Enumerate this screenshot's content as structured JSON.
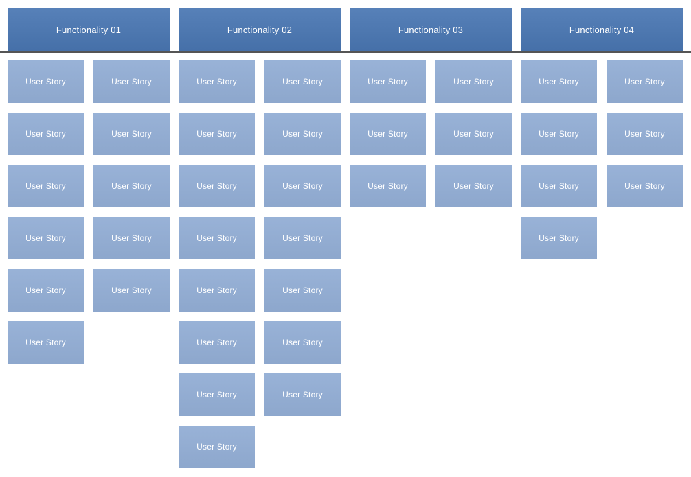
{
  "colors": {
    "background": "#ffffff",
    "header_bg": "#4a77b3",
    "card_bg": "#93aed5",
    "text": "#ffffff",
    "divider": "#555555"
  },
  "diagram": {
    "card_label": "User Story",
    "groups": [
      {
        "label": "Functionality 01",
        "column_card_counts": [
          6,
          5
        ]
      },
      {
        "label": "Functionality 02",
        "column_card_counts": [
          8,
          7
        ]
      },
      {
        "label": "Functionality 03",
        "column_card_counts": [
          3,
          3
        ]
      },
      {
        "label": "Functionality 04",
        "column_card_counts": [
          4,
          3
        ]
      }
    ]
  }
}
